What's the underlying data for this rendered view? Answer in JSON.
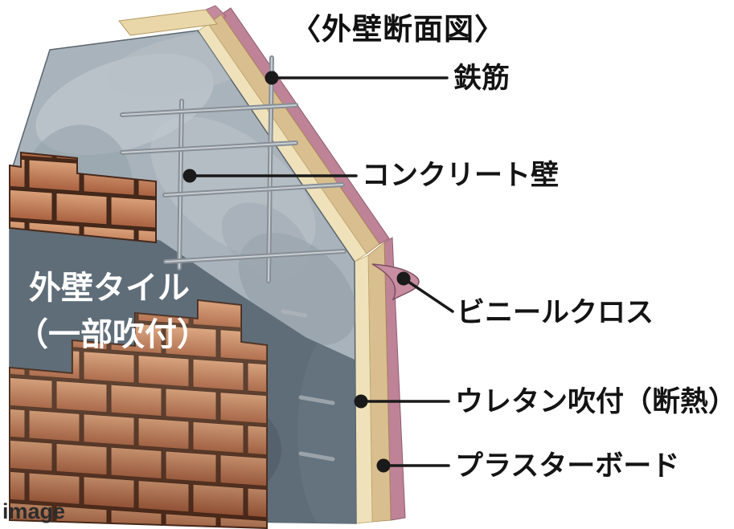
{
  "title": "〈外壁断面図〉",
  "watermark": "image",
  "labels": {
    "rebar": "鉄筋",
    "concrete_wall": "コンクリート壁",
    "vinyl_cloth": "ビニールクロス",
    "urethane": "ウレタン吹付（断熱）",
    "plasterboard": "プラスターボード",
    "wall_tile_line1": "外壁タイル",
    "wall_tile_line2": "（一部吹付）"
  },
  "colors": {
    "brick": "#b06a48",
    "mortar": "#46291b",
    "concrete": "#a9b3bb",
    "spray_coat": "#5f6d79",
    "urethane_layer": "#efe2bb",
    "plasterboard_layer": "#d9be8f",
    "vinyl_layer": "#bf8397",
    "rebar_steel": "#878f96",
    "leader": "#1a1a1a",
    "label_text": "#141414",
    "wall_label_text": "#ffffff"
  }
}
